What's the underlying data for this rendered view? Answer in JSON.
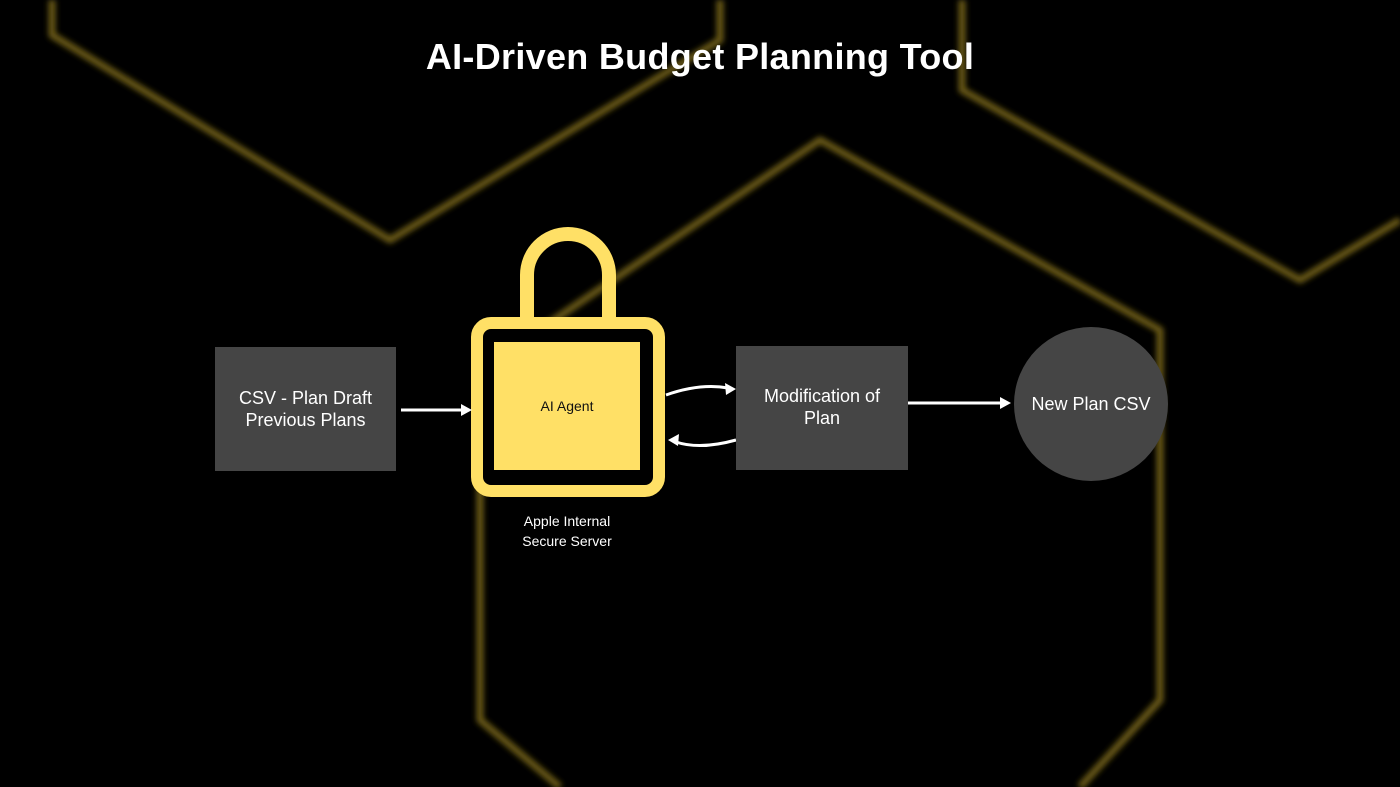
{
  "title": "AI-Driven Budget Planning Tool",
  "nodes": {
    "input": {
      "line1": "CSV - Plan Draft",
      "line2": "Previous Plans"
    },
    "agent": {
      "label": "AI Agent",
      "caption_line1": "Apple Internal",
      "caption_line2": "Secure Server"
    },
    "modification": {
      "line1": "Modification of",
      "line2": "Plan"
    },
    "output": {
      "label": "New Plan CSV"
    }
  },
  "colors": {
    "background": "#000000",
    "accent": "#FFE066",
    "box": "#454545",
    "hex_line": "#6b5a12"
  }
}
